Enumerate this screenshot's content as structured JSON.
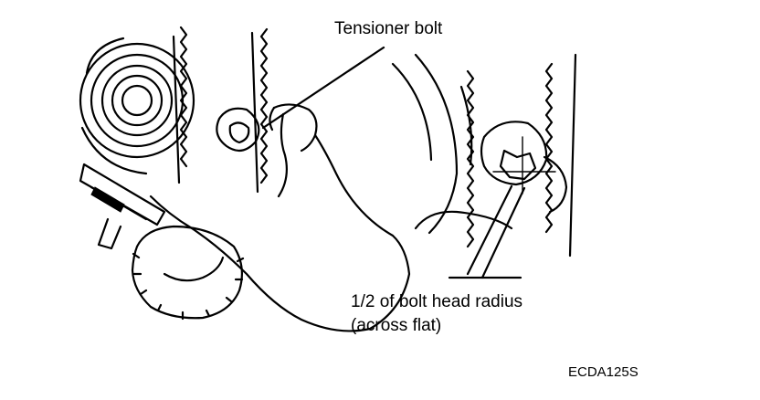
{
  "labels": {
    "tensioner_bolt": "Tensioner bolt",
    "bolt_head_radius_line1": "1/2 of bolt head radius",
    "bolt_head_radius_line2": "(across flat)",
    "figure_code": "ECDA125S"
  },
  "colors": {
    "ink": "#000000",
    "background": "#ffffff"
  }
}
